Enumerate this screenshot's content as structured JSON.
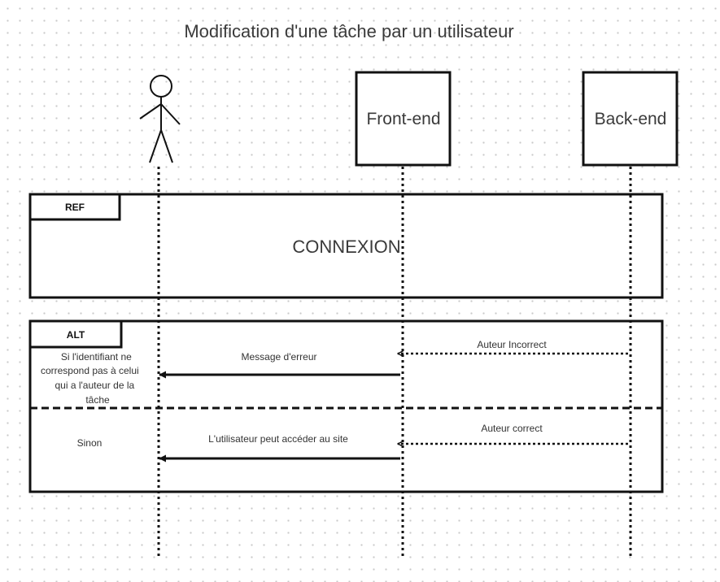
{
  "title": "Modification d'une tâche par un utilisateur",
  "lifelines": {
    "frontend": "Front-end",
    "backend": "Back-end"
  },
  "ref_fragment": {
    "tag": "REF",
    "content": "CONNEXION"
  },
  "alt_fragment": {
    "tag": "ALT",
    "operand1": {
      "guard": [
        "Si l'identifiant ne",
        "correspond pas à celui",
        "qui a l'auteur de la",
        "tâche"
      ],
      "msg_back_to_front": "Auteur Incorrect",
      "msg_front_to_user": "Message d'erreur"
    },
    "operand2": {
      "guard": "Sinon",
      "msg_back_to_front": "Auteur correct",
      "msg_front_to_user": "L'utilisateur peut accéder au site"
    }
  }
}
